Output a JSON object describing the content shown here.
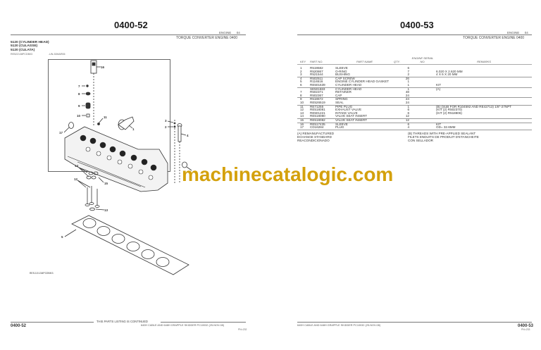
{
  "left_page": {
    "page_title": "0400-52",
    "header": {
      "engine_label": "ENGINE",
      "engine_code": "04",
      "subtitle": "TORQUE CONVERTER ENGINE 0400"
    },
    "section": [
      "5120 (CYLINDER HEAD)",
      "5120 (CULASSE)",
      "5120 (CULATA)"
    ],
    "ref_id": "RE522138PCDB03",
    "ref_date": "-UN-30MAR06",
    "figure_ref": "RE522138PCDB03",
    "callouts": [
      "16",
      "7",
      "8",
      "9",
      "10",
      "11",
      "17",
      "1",
      "3",
      "2",
      "4",
      "14",
      "15",
      "12",
      "13",
      "5"
    ],
    "footer": {
      "continued": "THIS PARTS LISTING IS CONTINUED",
      "page_number": "0400-52",
      "model_line": "640H CABLE AND 648H GRAPPLE SKIDDER   PC10032   (25-NOV-08)",
      "pn_code": "PN=232"
    }
  },
  "right_page": {
    "page_title": "0400-53",
    "header": {
      "engine_label": "ENGINE",
      "engine_code": "04",
      "subtitle": "TORQUE CONVERTER ENGINE 0400"
    },
    "table": {
      "columns": {
        "key": "KEY",
        "part_no": "PART NO.",
        "part_name": "PART NAME",
        "qty": "QTY.",
        "serial": "ENGINE SERIAL NO.",
        "remarks": "REMARKS"
      },
      "rows": [
        {
          "key": "1",
          "part_no": "R519582",
          "part_name": "SLEEVE",
          "qty": "6",
          "serial": "",
          "remarks": "",
          "sep": false
        },
        {
          "key": "2",
          "part_no": "R520867",
          "part_name": "O-RING",
          "qty": "7",
          "serial": "",
          "remarks": "6.020 X 2.620 MM",
          "sep": false
        },
        {
          "key": "3",
          "part_no": "R521544",
          "part_name": "BUSHING",
          "qty": "2",
          "serial": "",
          "remarks": "4 X 6 X 20 MM",
          "sep": true
        },
        {
          "key": "4",
          "part_no": "R502511",
          "part_name": "CAP SCREW",
          "qty": "26",
          "serial": "",
          "remarks": "",
          "sep": false
        },
        {
          "key": "5",
          "part_no": "R116516",
          "part_name": "ENGINE CYLINDER HEAD GASKET",
          "qty": "1",
          "serial": "",
          "remarks": "",
          "sep": false
        },
        {
          "key": "6",
          "part_no": "RE501639",
          "part_name": "CYLINDER HEAD",
          "qty": "1",
          "serial": "",
          "remarks": "KIT",
          "sep": true
        },
        {
          "key": "",
          "part_no": "SE501583",
          "part_name": "CYLINDER HEAD",
          "qty": "1",
          "serial": "",
          "remarks": "(A)",
          "sep": false
        },
        {
          "key": "7",
          "part_no": "R502371",
          "part_name": "RETAINER",
          "qty": "48",
          "serial": "",
          "remarks": "",
          "sep": false
        },
        {
          "key": "8",
          "part_no": "R502367",
          "part_name": "CAP",
          "qty": "24",
          "serial": "",
          "remarks": "",
          "sep": true
        },
        {
          "key": "9",
          "part_no": "R518672",
          "part_name": "SPRING",
          "qty": "24",
          "serial": "",
          "remarks": "",
          "sep": false
        },
        {
          "key": "10",
          "part_no": "RE526519",
          "part_name": "SEAL",
          "qty": "24",
          "serial": "",
          "remarks": "",
          "sep": true
        },
        {
          "key": "11",
          "part_no": "RE71255",
          "part_name": "PIPE PLUG",
          "qty": "1",
          "serial": "",
          "remarks": "(B) (SUB FOR R104592 AND RE42713) 1/8\"-27NPT",
          "sep": false
        },
        {
          "key": "12",
          "part_no": "RE518081",
          "part_name": "EXHAUST VALVE",
          "qty": "6",
          "serial": "",
          "remarks": "(KIT (2) R502370)",
          "sep": false
        },
        {
          "key": "13",
          "part_no": "RE501221",
          "part_name": "INTAKE VALVE",
          "qty": "6",
          "serial": "",
          "remarks": "(KIT (2) R518806)",
          "sep": false
        },
        {
          "key": "14",
          "part_no": "RE518080",
          "part_name": "VALVE SEAT INSERT",
          "qty": "12",
          "serial": "",
          "remarks": "",
          "sep": true
        },
        {
          "key": "15",
          "part_no": "RE518082",
          "part_name": "VALVE SEAT INSERT",
          "qty": "12",
          "serial": "",
          "remarks": "",
          "sep": true
        },
        {
          "key": "16",
          "part_no": "RE517435",
          "part_name": "SLEEVE",
          "qty": "6",
          "serial": "",
          "remarks": "KIT",
          "sep": false
        },
        {
          "key": "17",
          "part_no": "CD16284",
          "part_name": "PLUG",
          "qty": "4",
          "serial": "",
          "remarks": "OD= 32.6MM",
          "sep": true
        }
      ]
    },
    "notes_a": [
      "(A) REMANUFACTURED",
      "ECHANGE STANDARD",
      "REACONDICIONADO"
    ],
    "notes_b": [
      "(B) THREADS WITH PRE-APPLIED SEALANT",
      "FILETS ENDUITS DE PRODUIT D'ETANCHEITE",
      "CON SELLADOR"
    ],
    "footer": {
      "model_line": "640H CABLE AND 648H GRAPPLE SKIDDER   PC10032   (25-NOV-08)",
      "page_number": "0400-53",
      "pn_code": "PN=233"
    }
  },
  "watermark": {
    "text": "machinecatalogic.com",
    "color": "#d4a10d"
  }
}
